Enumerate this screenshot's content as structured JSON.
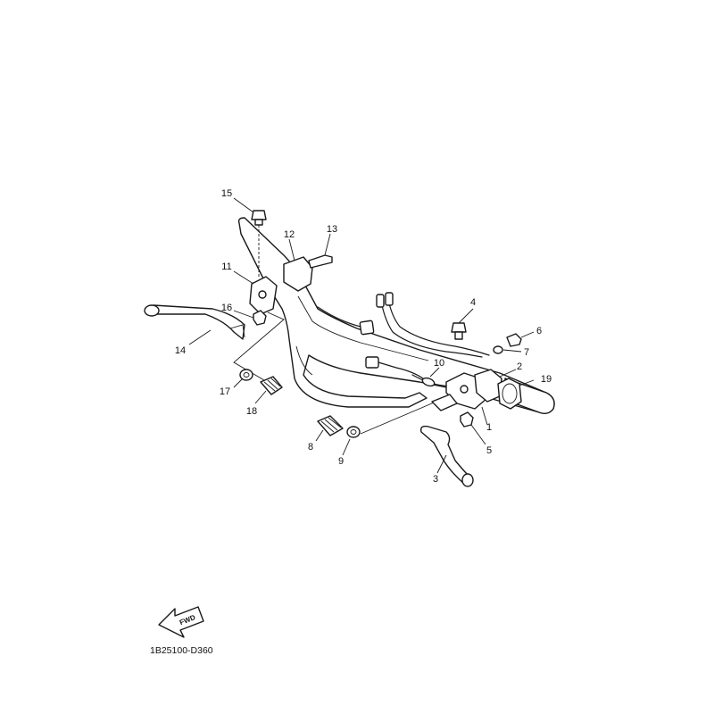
{
  "callouts": {
    "c1": "1",
    "c2": "2",
    "c3": "3",
    "c4": "4",
    "c5": "5",
    "c6": "6",
    "c7": "7",
    "c8": "8",
    "c9": "9",
    "c10": "10",
    "c11": "11",
    "c12": "12",
    "c13": "13",
    "c14": "14",
    "c15": "15",
    "c16": "16",
    "c17": "17",
    "c18": "18",
    "c19": "19"
  },
  "fwd_label": "FWD",
  "diagram_code": "1B25100-D360"
}
